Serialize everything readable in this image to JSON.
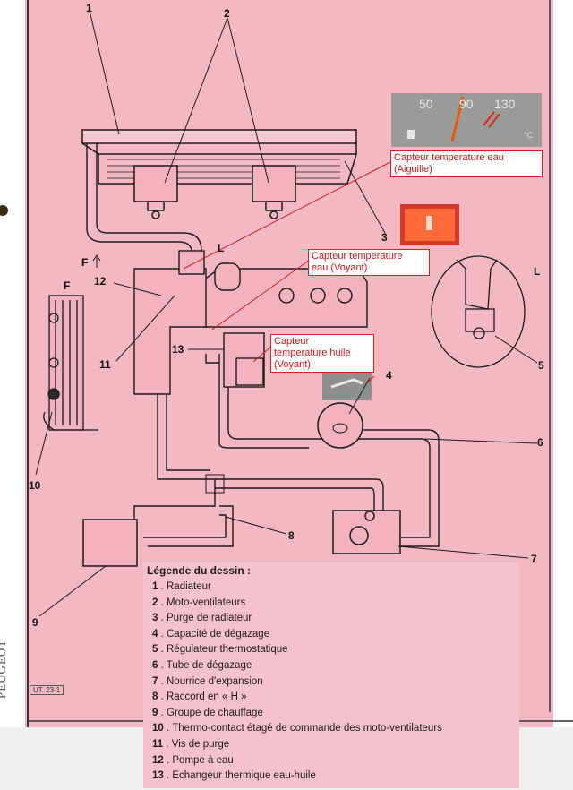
{
  "callouts": {
    "water_needle": [
      "Capteur temperature eau",
      "(Aiguille)"
    ],
    "water_light": [
      "Capteur temperature",
      "eau (Voyant)"
    ],
    "oil_light": [
      "Capteur",
      "temperature huile",
      "(Voyant)"
    ]
  },
  "gauge": {
    "ticks": [
      "50",
      "90",
      "130"
    ],
    "unit": "°C"
  },
  "part_numbers": [
    "1",
    "2",
    "3",
    "4",
    "5",
    "6",
    "7",
    "8",
    "9",
    "10",
    "11",
    "12",
    "13"
  ],
  "markers": {
    "L": "L",
    "L_detail": "L",
    "F": "F",
    "F_arrow": "F"
  },
  "figure_code": "UT. 23-1",
  "brand": "PEUGEOT",
  "legend": {
    "title": "Légende du dessin :",
    "items": [
      {
        "n": "1",
        "text": "Radiateur"
      },
      {
        "n": "2",
        "text": "Moto-ventilateurs"
      },
      {
        "n": "3",
        "text": "Purge de radiateur"
      },
      {
        "n": "4",
        "text": "Capacité de dégazage"
      },
      {
        "n": "5",
        "text": "Régulateur thermostatique"
      },
      {
        "n": "6",
        "text": "Tube de dégazage"
      },
      {
        "n": "7",
        "text": "Nourrice d'expansion"
      },
      {
        "n": "8",
        "text": "Raccord en « H »"
      },
      {
        "n": "9",
        "text": "Groupe de chauffage"
      },
      {
        "n": "10",
        "text": "Thermo-contact étagé de commande des moto-ventilateurs"
      },
      {
        "n": "11",
        "text": "Vis de purge"
      },
      {
        "n": "12",
        "text": "Pompe à eau"
      },
      {
        "n": "13",
        "text": "Echangeur thermique eau-huile"
      }
    ]
  },
  "colors": {
    "paper": "#f4b7c4",
    "ink": "#1a1a1a",
    "accent": "#c8161d"
  }
}
